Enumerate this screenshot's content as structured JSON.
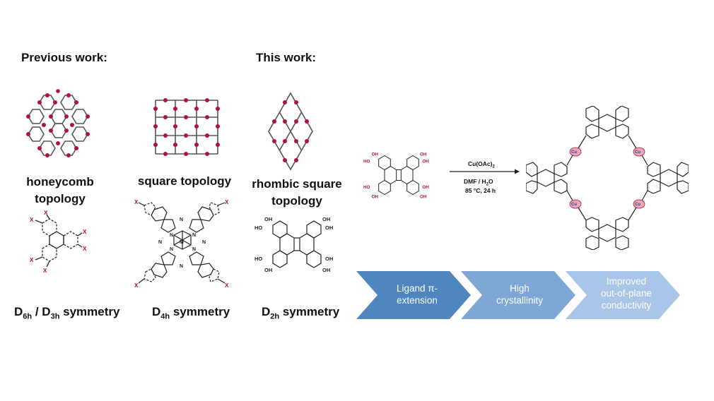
{
  "headings": {
    "previous": "Previous work:",
    "this": "This work:"
  },
  "topologies": {
    "honeycomb": "honeycomb topology",
    "square": "square topology",
    "rhombic": "rhombic square topology"
  },
  "symmetry": {
    "d6h_main": "D",
    "d6h_sub": "6h",
    "slash": " / D",
    "d3h_sub": "3h",
    "d6h_rest": " symmetry",
    "d4h_main": "D",
    "d4h_sub": "4h",
    "d4h_rest": " symmetry",
    "d2h_main": "D",
    "d2h_sub": "2h",
    "d2h_rest": " symmetry"
  },
  "reaction": {
    "reagent_main": "Cu(OAc)",
    "reagent_sub": "2",
    "solvent_main": "DMF / H",
    "solvent_sub": "2",
    "solvent_rest": "O",
    "conditions": "85 °C, 24 h"
  },
  "molecule_labels": {
    "x": "X",
    "oh": "OH",
    "ho": "HO",
    "n": "N",
    "m": "M",
    "cu": "Cu"
  },
  "chevrons": [
    {
      "line1": "Ligand π-",
      "line2": "extension",
      "color": "#4f86c0"
    },
    {
      "line1": "High",
      "line2": "crystallinity",
      "color": "#7ea7d6"
    },
    {
      "line1": "Improved",
      "line2": "out-of-plane",
      "line3": "conductivity",
      "color": "#a9c6e8"
    }
  ],
  "colors": {
    "node": "#b0123c",
    "line": "#555555",
    "cu_highlight": "#e8a9b8"
  }
}
